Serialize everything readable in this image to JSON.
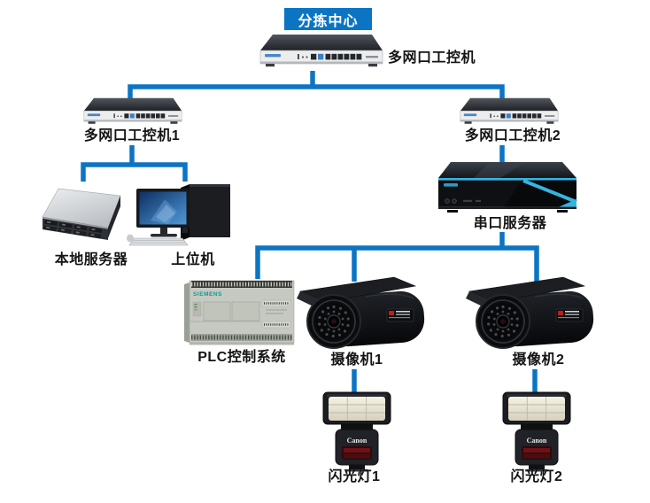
{
  "diagram": {
    "type": "network-topology",
    "title": "分拣中心",
    "accent_color": "#0b75c4",
    "label_color": "#141414"
  },
  "nodes": {
    "top_controller": {
      "label": "多网口工控机",
      "device": "multi-port-industrial-pc"
    },
    "controller1": {
      "label": "多网口工控机1",
      "device": "multi-port-industrial-pc"
    },
    "controller2": {
      "label": "多网口工控机2",
      "device": "multi-port-industrial-pc"
    },
    "local_server": {
      "label": "本地服务器",
      "device": "rack-server"
    },
    "host_pc": {
      "label": "上位机",
      "device": "workstation-pc"
    },
    "serial_server": {
      "label": "串口服务器",
      "device": "serial-port-server"
    },
    "plc": {
      "label": "PLC控制系统",
      "device": "siemens-plc"
    },
    "camera1": {
      "label": "摄像机1",
      "device": "bullet-camera"
    },
    "camera2": {
      "label": "摄像机2",
      "device": "bullet-camera"
    },
    "flash1": {
      "label": "闪光灯1",
      "device": "speedlite-flash"
    },
    "flash2": {
      "label": "闪光灯2",
      "device": "speedlite-flash"
    }
  },
  "brand_marks": {
    "plc": "SIEMENS",
    "flash": "Canon"
  },
  "connections": [
    {
      "from": "top_controller",
      "to": "controller1"
    },
    {
      "from": "top_controller",
      "to": "controller2"
    },
    {
      "from": "controller1",
      "to": "local_server"
    },
    {
      "from": "controller1",
      "to": "host_pc"
    },
    {
      "from": "controller2",
      "to": "serial_server"
    },
    {
      "from": "serial_server",
      "to": "plc"
    },
    {
      "from": "serial_server",
      "to": "camera1"
    },
    {
      "from": "serial_server",
      "to": "camera2"
    },
    {
      "from": "camera1",
      "to": "flash1"
    },
    {
      "from": "camera2",
      "to": "flash2"
    }
  ]
}
